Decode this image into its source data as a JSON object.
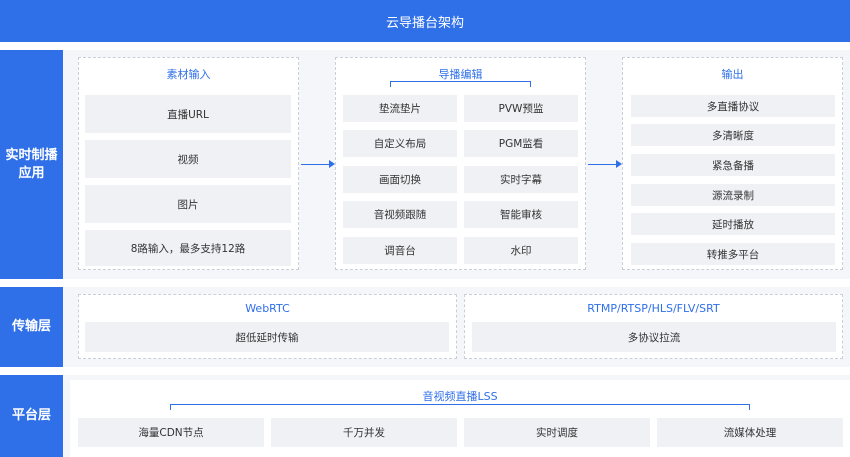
{
  "title": "云导播台架构",
  "layers": {
    "app": {
      "label": "实时制播\n应用",
      "input": {
        "title": "素材输入",
        "items": [
          "直播URL",
          "视频",
          "图片",
          "8路输入，最多支持12路"
        ]
      },
      "editor": {
        "title": "导播编辑",
        "items": [
          "垫流垫片",
          "PVW预监",
          "自定义布局",
          "PGM监看",
          "画面切换",
          "实时字幕",
          "音视频跟随",
          "智能审核",
          "调音台",
          "水印"
        ]
      },
      "output": {
        "title": "输出",
        "items": [
          "多直播协议",
          "多清晰度",
          "紧急备播",
          "源流录制",
          "延时播放",
          "转推多平台"
        ]
      }
    },
    "transport": {
      "label": "传输层",
      "webrtc": {
        "title": "WebRTC",
        "item": "超低延时传输"
      },
      "protocols": {
        "title": "RTMP/RTSP/HLS/FLV/SRT",
        "item": "多协议拉流"
      }
    },
    "platform": {
      "label": "平台层",
      "title": "音视频直播LSS",
      "items": [
        "海量CDN节点",
        "千万并发",
        "实时调度",
        "流媒体处理"
      ]
    }
  }
}
